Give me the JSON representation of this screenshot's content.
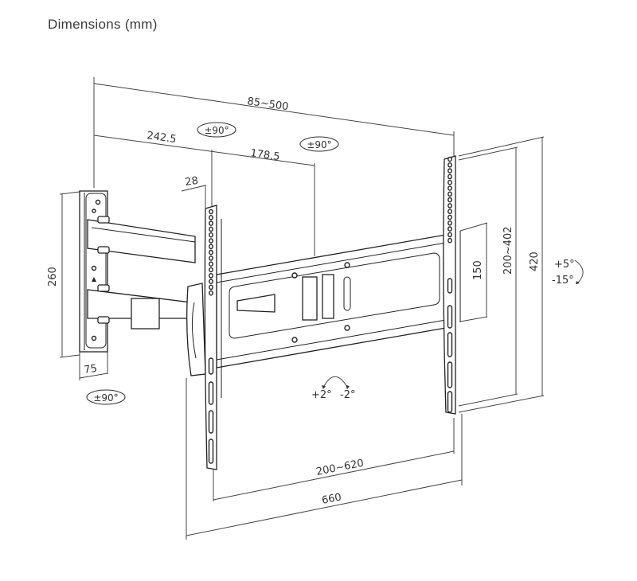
{
  "title": "Dimensions (mm)",
  "dimensions": {
    "total_depth": "85~500",
    "arm_1": "242.5",
    "arm_2": "178.5",
    "offset": "28",
    "wall_plate_height": "260",
    "wall_plate_width": "75",
    "vesa_horizontal_small": "150",
    "vesa_vertical": "200~402",
    "rail_height": "420",
    "vesa_horizontal": "200~620",
    "overall_width": "660"
  },
  "rotations": {
    "swivel_1": "±90°",
    "swivel_2": "±90°",
    "swivel_wall": "±90°",
    "tilt_up": "+5°",
    "tilt_down": "-15°",
    "level_plus": "+2°",
    "level_minus": "-2°"
  }
}
